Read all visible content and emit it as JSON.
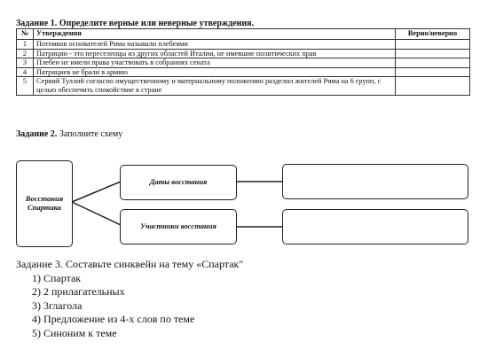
{
  "task1": {
    "title": "Задание 1. Определите верные или неверные утверждения.",
    "headers": {
      "num": "№",
      "statement": "Утверждения",
      "answer": "Верно/неверно"
    },
    "rows": [
      {
        "num": "1",
        "text": "Потомков основателей Рима называли плебеями",
        "answer": ""
      },
      {
        "num": "2",
        "text": "Патриции -  это переселенцы из других областей Италии, не имевшие политических прав",
        "answer": ""
      },
      {
        "num": "3",
        "text": "Плебеи не имели права участвовать в собраниях сената",
        "answer": ""
      },
      {
        "num": "4",
        "text": "Патрициев не брали в армию",
        "answer": ""
      },
      {
        "num": "5",
        "text": "Сервий Туллий согласно имущественному и материальному положению разделил жителей Рима на 6 групп, с целью обеспечить спокойствие в стране",
        "answer": ""
      }
    ]
  },
  "task2": {
    "title_bold": "Задание 2.",
    "title_rest": " Заполните схему",
    "center_box": "Восстания Спартака",
    "branch_top": "Даты восстания",
    "branch_bottom": "Участники восстания",
    "answer_top": "",
    "answer_bottom": ""
  },
  "task3": {
    "title": "Задание 3. Составьте синквейн на тему «Спартак\"",
    "items": [
      "1)  Спартак",
      "2)  2 прилагательных",
      "3)  3глагола",
      "4)  Предложение из 4-х слов по теме",
      "5)  Синоним к теме"
    ]
  }
}
